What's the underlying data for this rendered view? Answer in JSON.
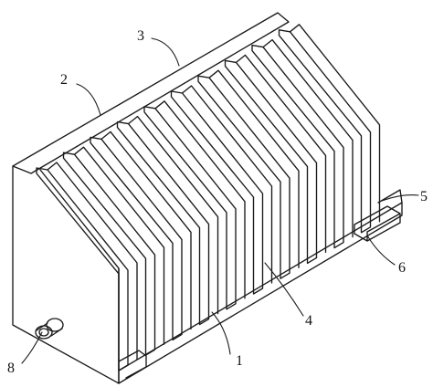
{
  "callouts": [
    {
      "id": "c1",
      "text": "1"
    },
    {
      "id": "c2",
      "text": "2"
    },
    {
      "id": "c3",
      "text": "3"
    },
    {
      "id": "c4",
      "text": "4"
    },
    {
      "id": "c5",
      "text": "5"
    },
    {
      "id": "c6",
      "text": "6"
    },
    {
      "id": "c8",
      "text": "8"
    }
  ],
  "rack": {
    "plate_count": 10
  },
  "line_color": "#1a1a1a",
  "background_color": "#ffffff"
}
